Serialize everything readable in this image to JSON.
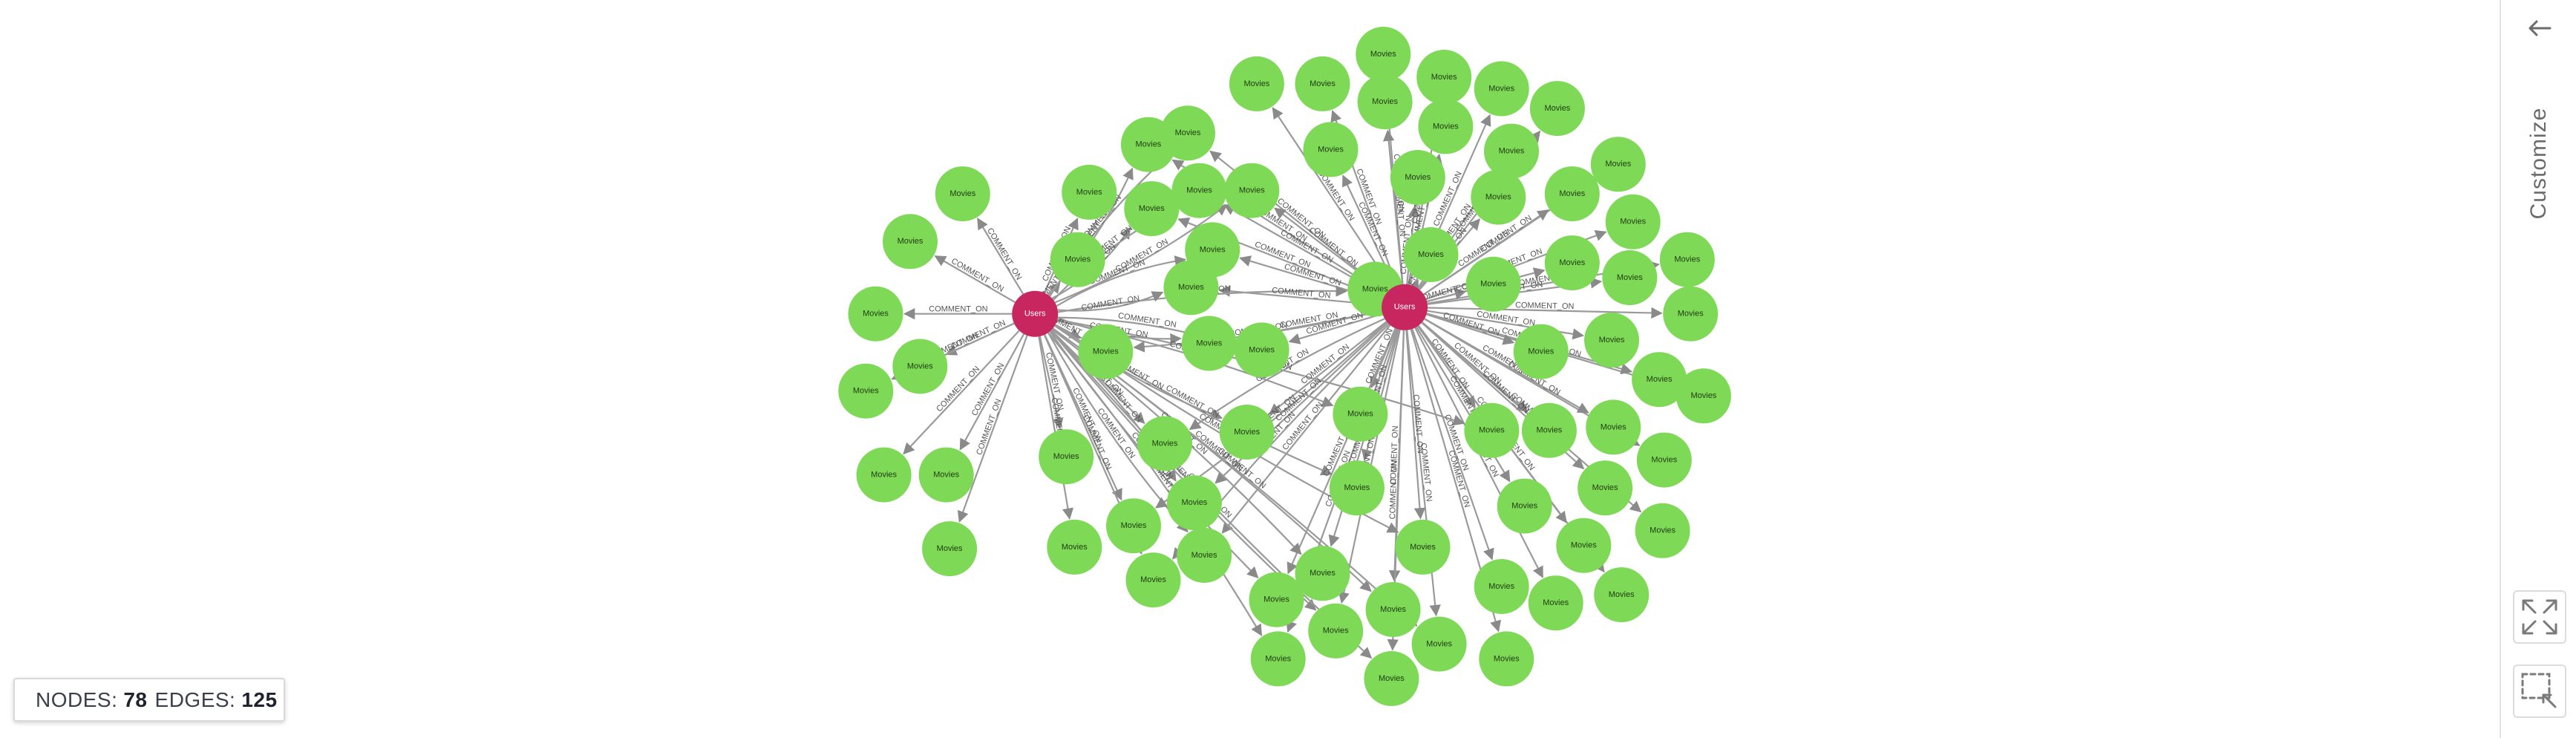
{
  "graph": {
    "nodes_label": "NODES:",
    "nodes_count": "78",
    "edges_label": "EDGES:",
    "edges_count": "125",
    "node_label_text": "Movies",
    "hub_label_text": "Users",
    "edge_label_text": "COMMENT_ON",
    "colors": {
      "movie_node": "#7ed957",
      "movie_text": "#1f3b10",
      "user_node": "#c8265f",
      "user_text": "#ffffff",
      "edge": "#9a9a9a"
    }
  },
  "panel": {
    "customize_label": "Customize",
    "back_icon": "arrow-left-icon",
    "fit_icon": "expand-arrows-icon",
    "select_icon": "area-select-icon"
  }
}
